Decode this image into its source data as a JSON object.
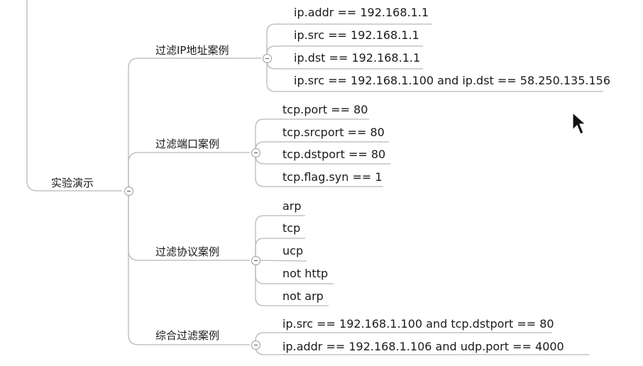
{
  "mindmap": {
    "root": {
      "label": "实验演示"
    },
    "categories": [
      {
        "label": "过滤IP地址案例",
        "items": [
          "ip.addr == 192.168.1.1",
          "ip.src == 192.168.1.1",
          "ip.dst == 192.168.1.1",
          "ip.src == 192.168.1.100 and ip.dst == 58.250.135.156"
        ]
      },
      {
        "label": "过滤端口案例",
        "items": [
          "tcp.port == 80",
          "tcp.srcport == 80",
          "tcp.dstport == 80",
          "tcp.flag.syn == 1"
        ]
      },
      {
        "label": "过滤协议案例",
        "items": [
          "arp",
          "tcp",
          "ucp",
          "not http",
          "not arp"
        ]
      },
      {
        "label": "综合过滤案例",
        "items": [
          "ip.src == 192.168.1.100 and tcp.dstport == 80",
          "ip.addr == 192.168.1.106 and udp.port == 4000"
        ]
      }
    ]
  },
  "colors": {
    "connector": "#b8b8b8",
    "text": "#1a1a1a",
    "toggle_border": "#9a9a9a"
  },
  "icons": {
    "collapse_toggle": "minus-circle-icon",
    "cursor": "mouse-pointer-icon"
  }
}
